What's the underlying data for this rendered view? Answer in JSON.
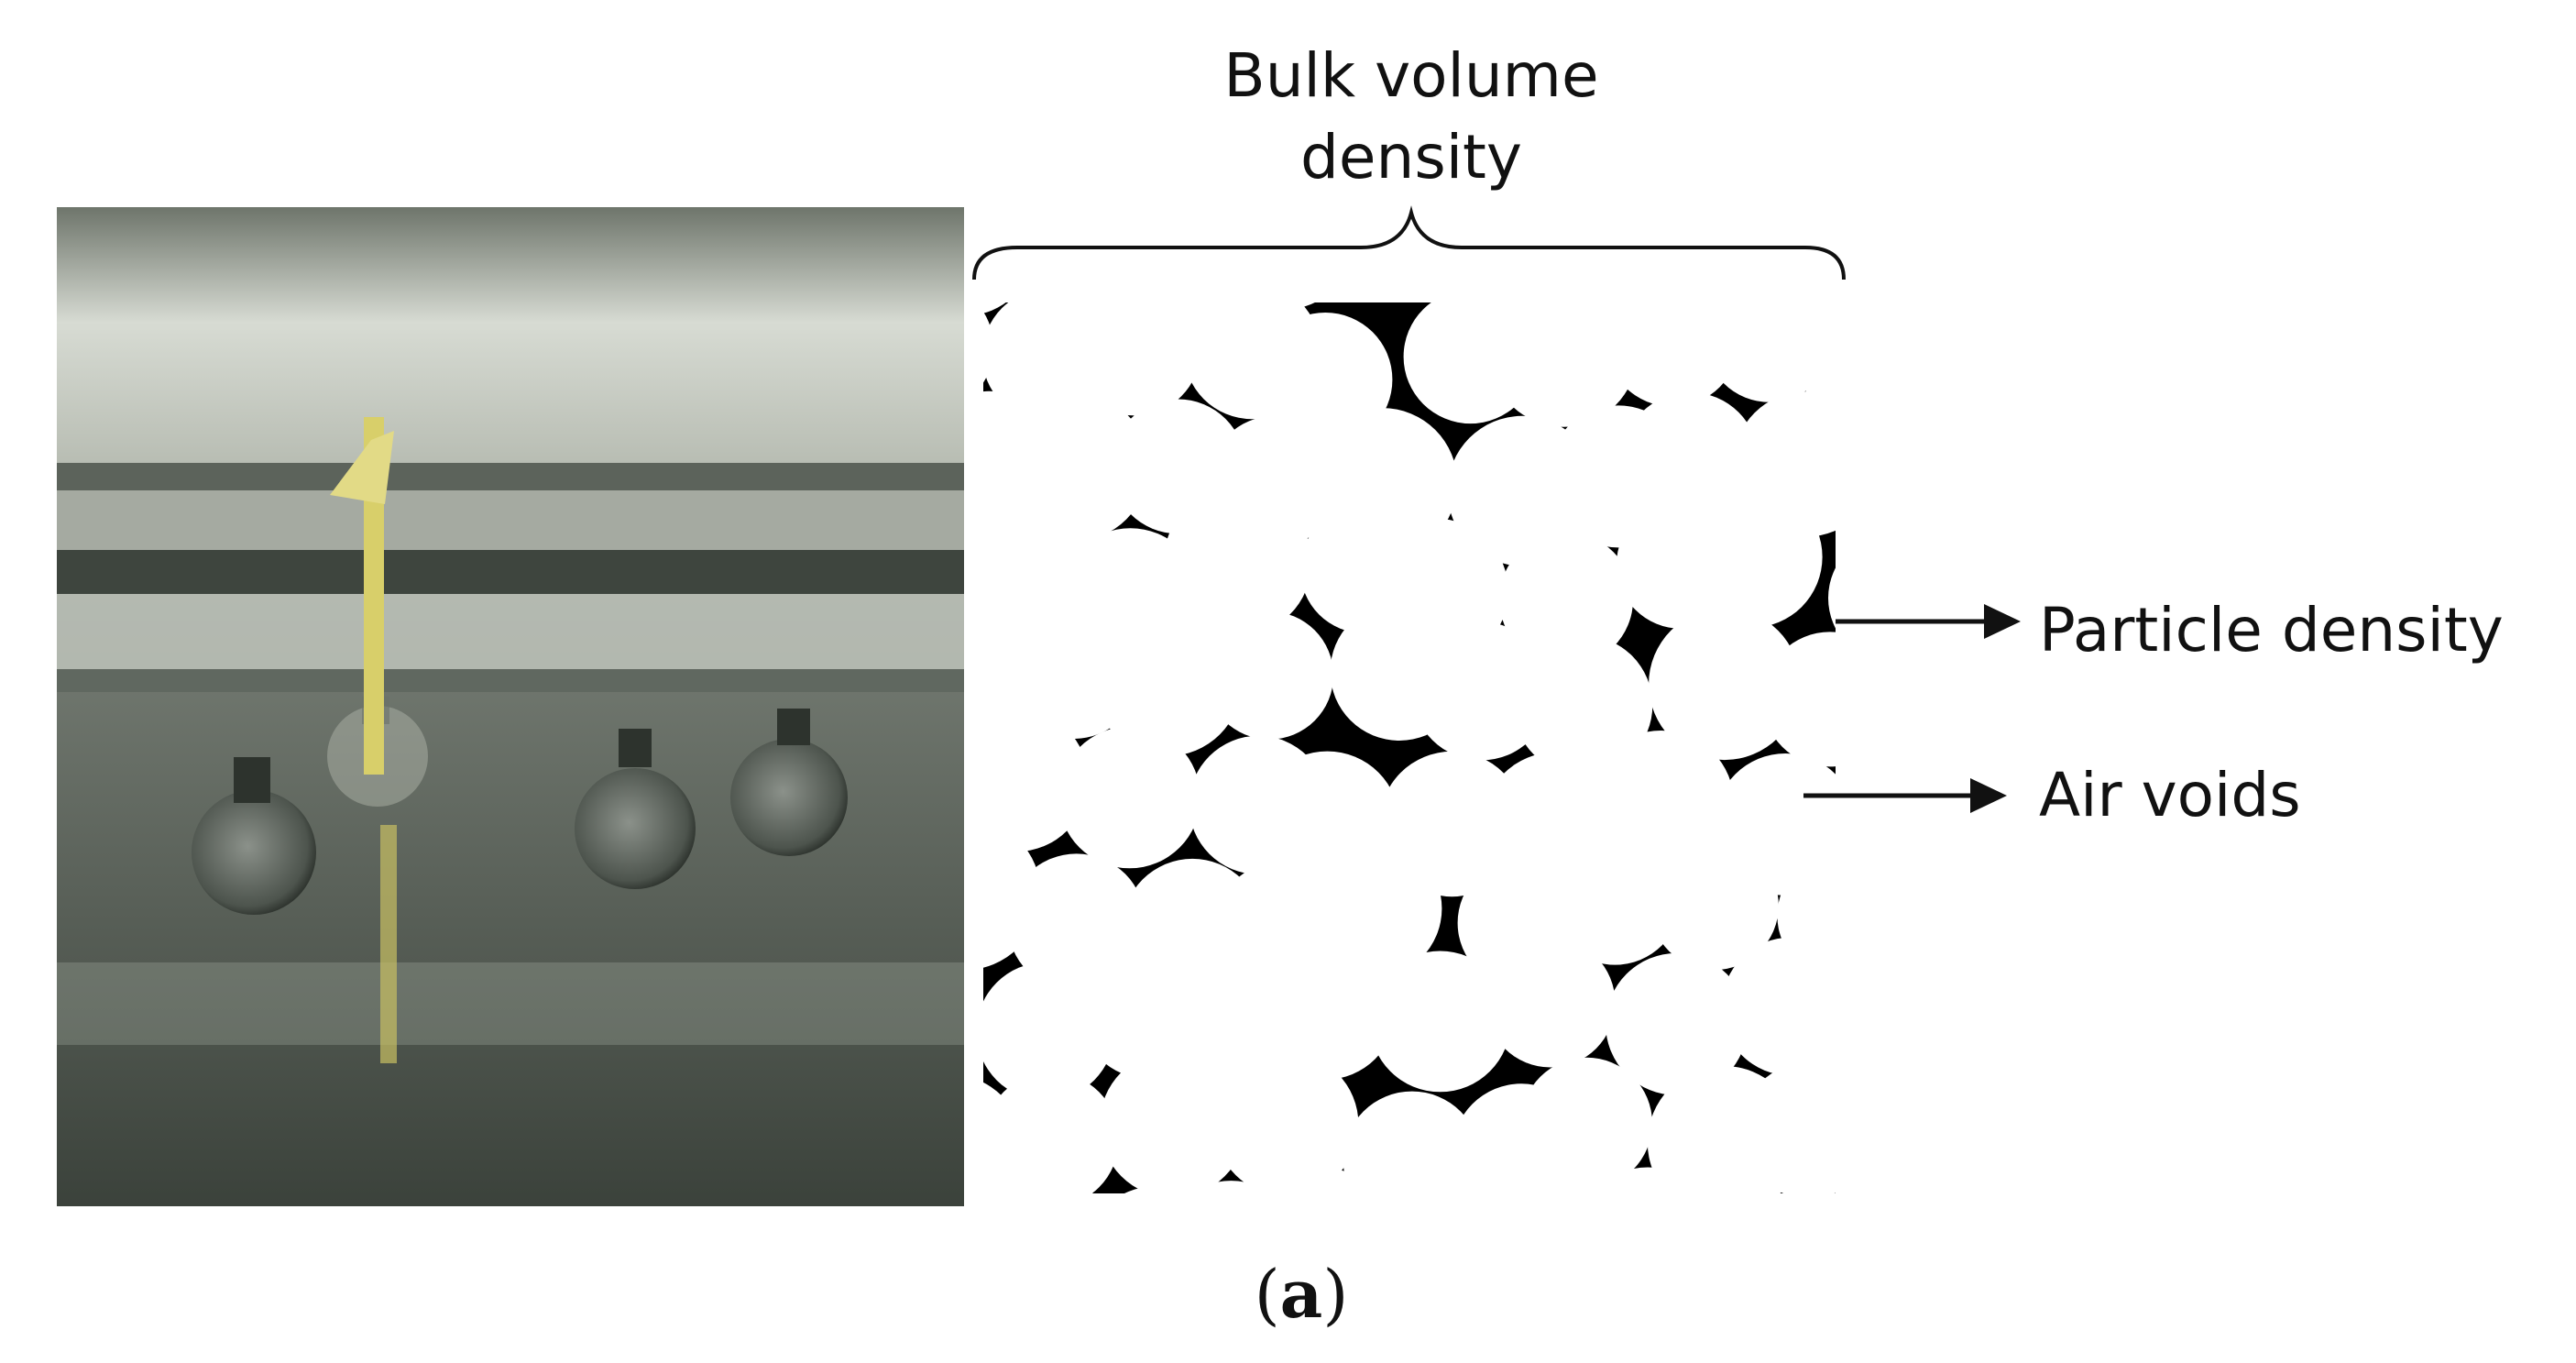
{
  "figure": {
    "title_line1": "Bulk volume",
    "title_line2": "density",
    "label_particle": "Particle density",
    "label_voids": "Air voids",
    "caption_open": "(",
    "caption_letter": "a",
    "caption_close": ")"
  },
  "colors": {
    "ink": "#111111",
    "steel_light": "#d9ddd6",
    "steel_mid": "#8d948a",
    "steel_dark": "#3f463f",
    "tape": "#d8cf6a"
  },
  "icons": {
    "photo": "lab-bath-photo",
    "diagram": "particle-packing-diagram"
  }
}
